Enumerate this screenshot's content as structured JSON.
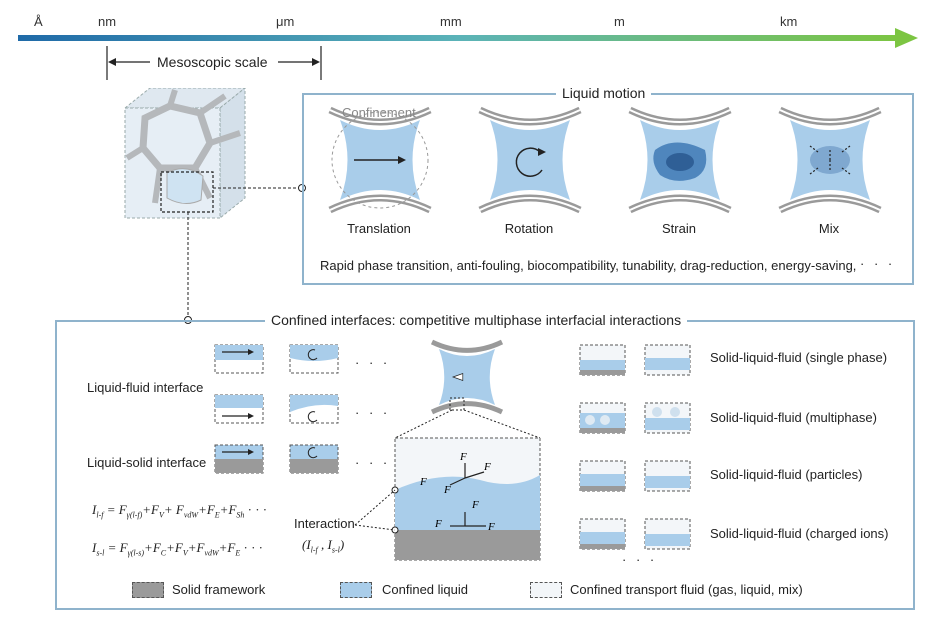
{
  "scale_bar": {
    "units": [
      "Å",
      "nm",
      "μm",
      "mm",
      "m",
      "km"
    ],
    "bracket_label": "Mesoscopic scale",
    "gradient_start": "#1f6aa8",
    "gradient_end": "#7cc542"
  },
  "liquid_motion": {
    "title": "Liquid motion",
    "confinement_label": "Confinement",
    "modes": [
      "Translation",
      "Rotation",
      "Strain",
      "Mix"
    ],
    "applications": "Rapid phase transition, anti-fouling, biocompatibility, tunability, drag-reduction, energy-saving,",
    "ellipsis": "· · ·"
  },
  "confined_interfaces": {
    "title": "Confined interfaces: competitive multiphase interfacial interactions",
    "liquid_fluid_label": "Liquid-fluid interface",
    "liquid_solid_label": "Liquid-solid interface",
    "ellipsis": "· · ·",
    "interaction_label": "Interaction",
    "interaction_symbols": "(I",
    "eq_lf_lhs": "I",
    "eq_lf_rhs": "F",
    "solid_liquid_fluid": [
      "Solid-liquid-fluid (single phase)",
      "Solid-liquid-fluid (multiphase)",
      "Solid-liquid-fluid (particles)",
      "Solid-liquid-fluid (charged ions)"
    ],
    "force_labels": {
      "fe": "F",
      "fsh": "F",
      "fv": "F",
      "fgamma": "F"
    }
  },
  "legend": {
    "solid": "Solid framework",
    "liquid": "Confined liquid",
    "fluid": "Confined transport fluid (gas, liquid, mix)"
  },
  "colors": {
    "panel_border": "#8fb3cc",
    "liquid": "#a9cdea",
    "solid": "#9a9a9a",
    "framework": "#c8c8c8"
  }
}
